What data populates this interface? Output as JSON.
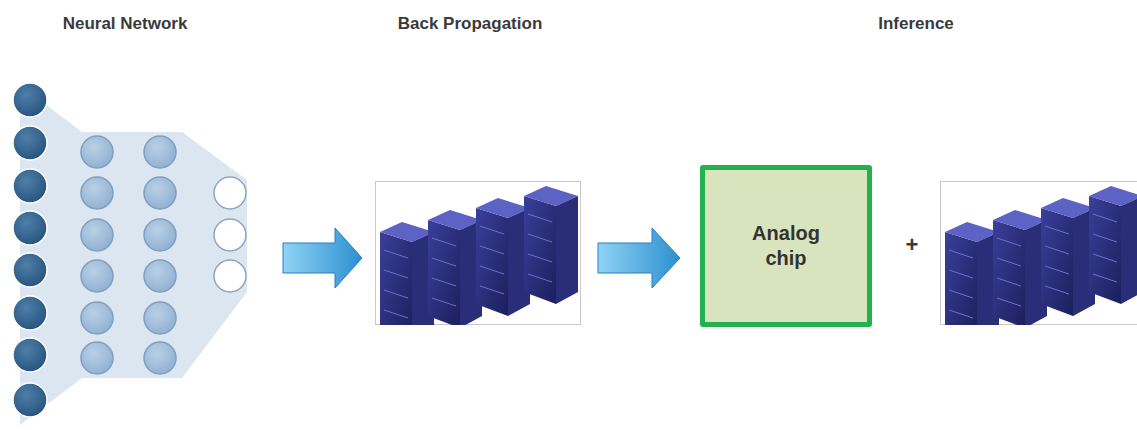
{
  "diagram": {
    "nodes": [
      {
        "text": [
          "Analog chip"
        ]
      }
    ],
    "labels": [
      "Neural Network",
      "Back Propagation",
      "Inference",
      "+"
    ]
  }
}
